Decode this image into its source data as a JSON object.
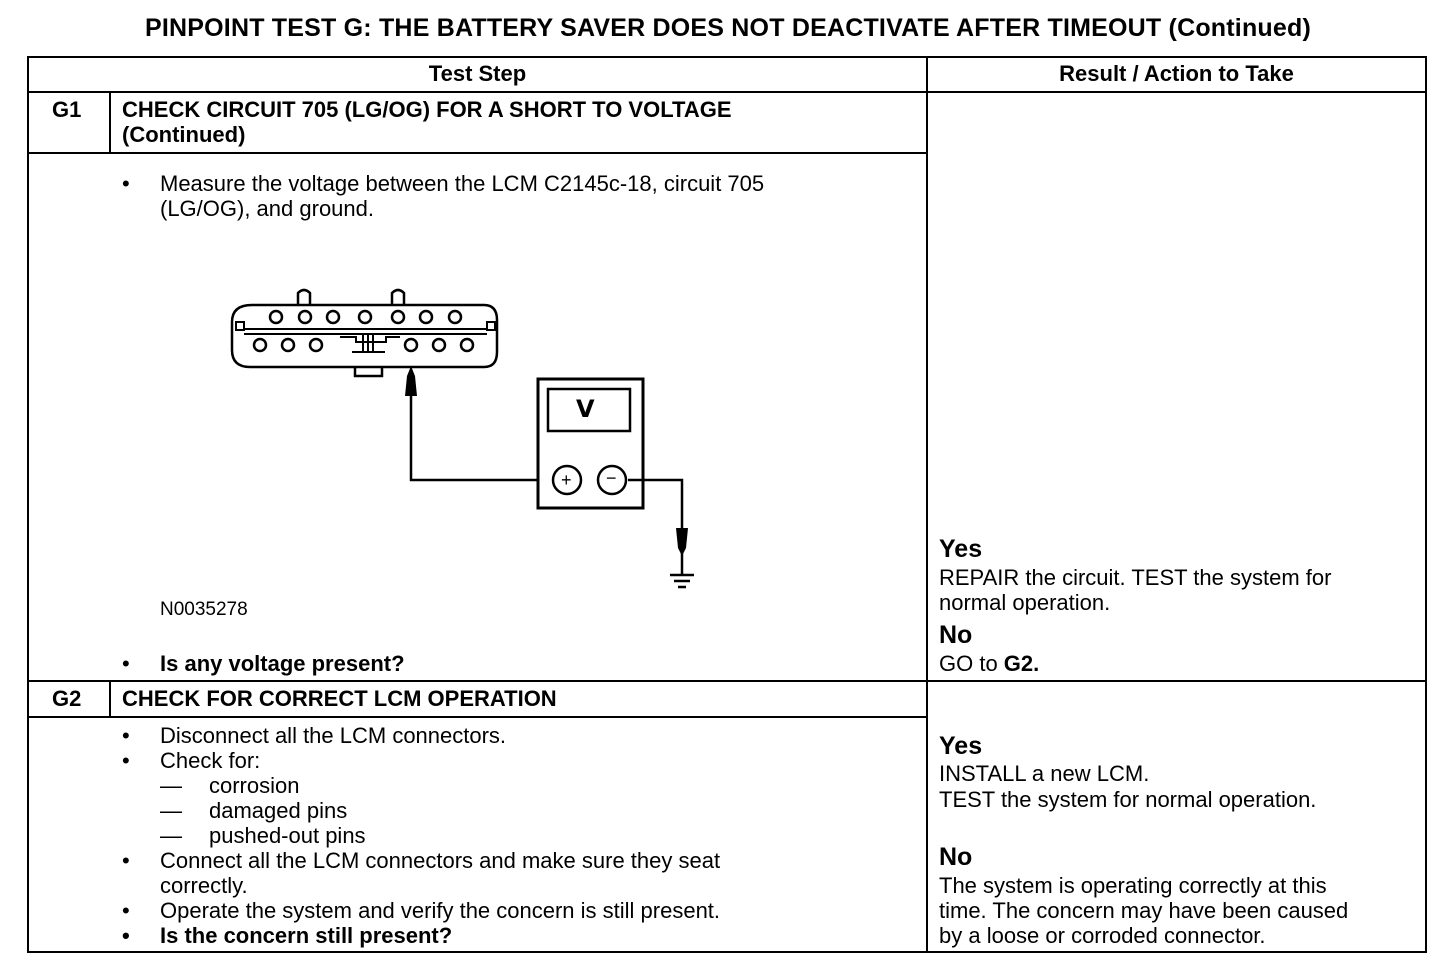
{
  "title": "PINPOINT TEST  G: THE BATTERY SAVER DOES NOT DEACTIVATE AFTER TIMEOUT (Continued)",
  "header": {
    "test_step": "Test Step",
    "result": "Result / Action to Take"
  },
  "g1": {
    "id": "G1",
    "heading_1": "CHECK CIRCUIT 705 (LG/OG) FOR A SHORT TO VOLTAGE",
    "heading_2": "(Continued)",
    "bullet_marker": "•",
    "measure_1": "Measure the voltage between the LCM C2145c-18, circuit 705",
    "measure_2": "(LG/OG), and ground.",
    "figure_id": "N0035278",
    "meter_label": "V",
    "plus": "+",
    "minus": "−",
    "question": "Is any voltage present?",
    "yes_label": "Yes",
    "yes_1": "REPAIR the circuit. TEST the system for",
    "yes_2": "normal operation.",
    "no_label": "No",
    "no_text": "GO to ",
    "no_target": "G2."
  },
  "g2": {
    "id": "G2",
    "heading": "CHECK FOR CORRECT LCM OPERATION",
    "bullet_marker": "•",
    "dash_marker": "—",
    "step_1": "Disconnect all the LCM connectors.",
    "step_2": "Check for:",
    "sub_1": "corrosion",
    "sub_2": "damaged pins",
    "sub_3": "pushed-out pins",
    "step_3a": "Connect all the LCM connectors and make sure they seat",
    "step_3b": "correctly.",
    "step_4": "Operate the system and verify the concern is still present.",
    "step_5": "Is the concern still present?",
    "yes_label": "Yes",
    "yes_1": "INSTALL a new LCM.",
    "yes_2": "TEST the system for normal operation.",
    "no_label": "No",
    "no_1": "The system is operating correctly at this",
    "no_2": "time. The concern may have been caused",
    "no_3": "by a loose or corroded connector."
  }
}
